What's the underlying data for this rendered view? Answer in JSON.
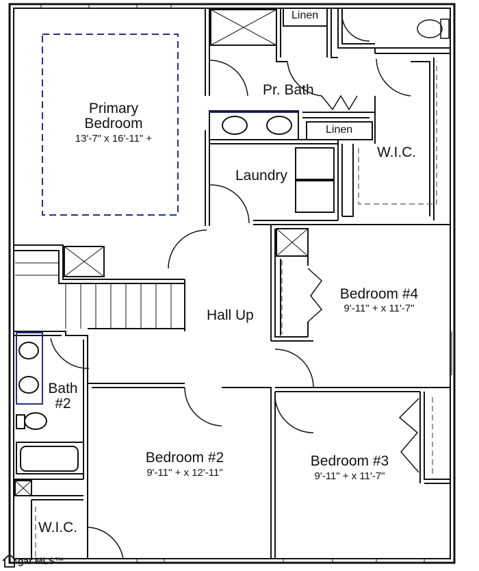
{
  "rooms": {
    "primary_bedroom": {
      "name_line1": "Primary",
      "name_line2": "Bedroom",
      "dims": "13'-7\" x 16'-11\" +"
    },
    "pr_bath": {
      "name": "Pr. Bath"
    },
    "linen_top": {
      "name": "Linen"
    },
    "linen_bottom": {
      "name": "Linen"
    },
    "wic_primary": {
      "name": "W.I.C."
    },
    "laundry": {
      "name": "Laundry"
    },
    "bedroom4": {
      "name": "Bedroom #4",
      "dims": "9'-11\" + x 11'-7\""
    },
    "hall_up": {
      "name": "Hall Up"
    },
    "bath2": {
      "name_line1": "Bath",
      "name_line2": "#2"
    },
    "bedroom2": {
      "name": "Bedroom #2",
      "dims": "9'-11\" + x 12'-11\""
    },
    "bedroom3": {
      "name": "Bedroom #3",
      "dims": "9'-11\" + x 11'-7\""
    },
    "wic_lower": {
      "name": "W.I.C."
    }
  },
  "logo": {
    "text": "gar MLS™"
  },
  "colors": {
    "wall": "#111111",
    "dashed": "#2a2a8a",
    "fixture_outline": "#2a2a8a"
  }
}
